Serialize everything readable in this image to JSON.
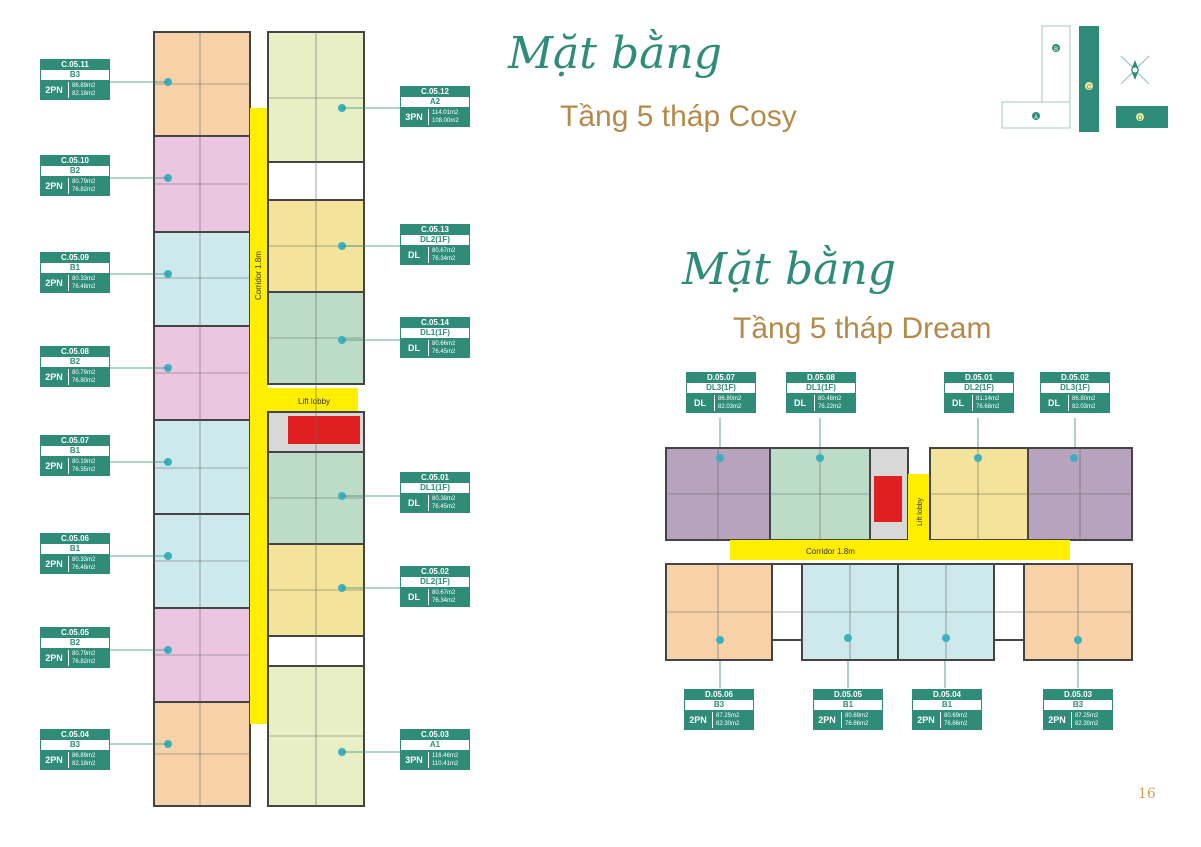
{
  "titles": {
    "cosy_script": "Mặt bằng",
    "cosy_subtitle": "Tầng 5 tháp Cosy",
    "dream_script": "Mặt bằng",
    "dream_subtitle": "Tầng 5 tháp Dream"
  },
  "plan_labels": {
    "cosy_corridor": "Corridor 1.8m",
    "cosy_lift": "Lift lobby",
    "dream_corridor": "Corridor 1.8m",
    "dream_lift": "Lift lobby"
  },
  "key_map": {
    "a": "A",
    "b": "B",
    "c": "C",
    "d": "D"
  },
  "page_number": "16",
  "colors": {
    "accent": "#2e8c78",
    "corridor": "#ffee00",
    "lift": "#e02020",
    "orange_unit": "#f7d2a8",
    "pink_unit": "#ecc6e0",
    "blue_unit": "#cde9ec",
    "lime_unit": "#e9efc4",
    "yellow_unit": "#f4e39a",
    "green_unit": "#bcdcc8",
    "purple_unit": "#b7a3bd",
    "title": "#b48a4a"
  },
  "cosy_left": [
    {
      "code": "C.05.11",
      "type": "B3",
      "br": "2PN",
      "a1": "86.89m2",
      "a2": "82.18m2"
    },
    {
      "code": "C.05.10",
      "type": "B2",
      "br": "2PN",
      "a1": "80.79m2",
      "a2": "76.82m2"
    },
    {
      "code": "C.05.09",
      "type": "B1",
      "br": "2PN",
      "a1": "80.33m2",
      "a2": "76.48m2"
    },
    {
      "code": "C.05.08",
      "type": "B2",
      "br": "2PN",
      "a1": "80.79m2",
      "a2": "76.80m2"
    },
    {
      "code": "C.05.07",
      "type": "B1",
      "br": "2PN",
      "a1": "80.19m2",
      "a2": "76.35m2"
    },
    {
      "code": "C.05.06",
      "type": "B1",
      "br": "2PN",
      "a1": "80.33m2",
      "a2": "76.48m2"
    },
    {
      "code": "C.05.05",
      "type": "B2",
      "br": "2PN",
      "a1": "80.79m2",
      "a2": "76.82m2"
    },
    {
      "code": "C.05.04",
      "type": "B3",
      "br": "2PN",
      "a1": "86.89m2",
      "a2": "82.18m2"
    }
  ],
  "cosy_right": [
    {
      "code": "C.05.12",
      "type": "A2",
      "br": "3PN",
      "a1": "114.01m2",
      "a2": "108.00m2"
    },
    {
      "code": "C.05.13",
      "type": "DL2(1F)",
      "br": "DL",
      "a1": "80.67m2",
      "a2": "76.34m2"
    },
    {
      "code": "C.05.14",
      "type": "DL1(1F)",
      "br": "DL",
      "a1": "80.66m2",
      "a2": "76.45m2"
    },
    {
      "code": "C.05.01",
      "type": "DL1(1F)",
      "br": "DL",
      "a1": "80.38m2",
      "a2": "76.45m2"
    },
    {
      "code": "C.05.02",
      "type": "DL2(1F)",
      "br": "DL",
      "a1": "80.67m2",
      "a2": "76.34m2"
    },
    {
      "code": "C.05.03",
      "type": "A1",
      "br": "3PN",
      "a1": "116.46m2",
      "a2": "110.41m2"
    }
  ],
  "dream_top": [
    {
      "code": "D.05.07",
      "type": "DL3(1F)",
      "br": "DL",
      "a1": "86.80m2",
      "a2": "82.03m2"
    },
    {
      "code": "D.05.08",
      "type": "DL1(1F)",
      "br": "DL",
      "a1": "80.48m2",
      "a2": "76.22m2"
    },
    {
      "code": "D.05.01",
      "type": "DL2(1F)",
      "br": "DL",
      "a1": "81.14m2",
      "a2": "76.68m2"
    },
    {
      "code": "D.05.02",
      "type": "DL3(1F)",
      "br": "DL",
      "a1": "86.80m2",
      "a2": "82.03m2"
    }
  ],
  "dream_bottom": [
    {
      "code": "D.05.06",
      "type": "B3",
      "br": "2PN",
      "a1": "87.25m2",
      "a2": "82.30m2"
    },
    {
      "code": "D.05.05",
      "type": "B1",
      "br": "2PN",
      "a1": "80.69m2",
      "a2": "76.66m2"
    },
    {
      "code": "D.05.04",
      "type": "B1",
      "br": "2PN",
      "a1": "80.69m2",
      "a2": "76.66m2"
    },
    {
      "code": "D.05.03",
      "type": "B3",
      "br": "2PN",
      "a1": "87.25m2",
      "a2": "82.30m2"
    }
  ]
}
